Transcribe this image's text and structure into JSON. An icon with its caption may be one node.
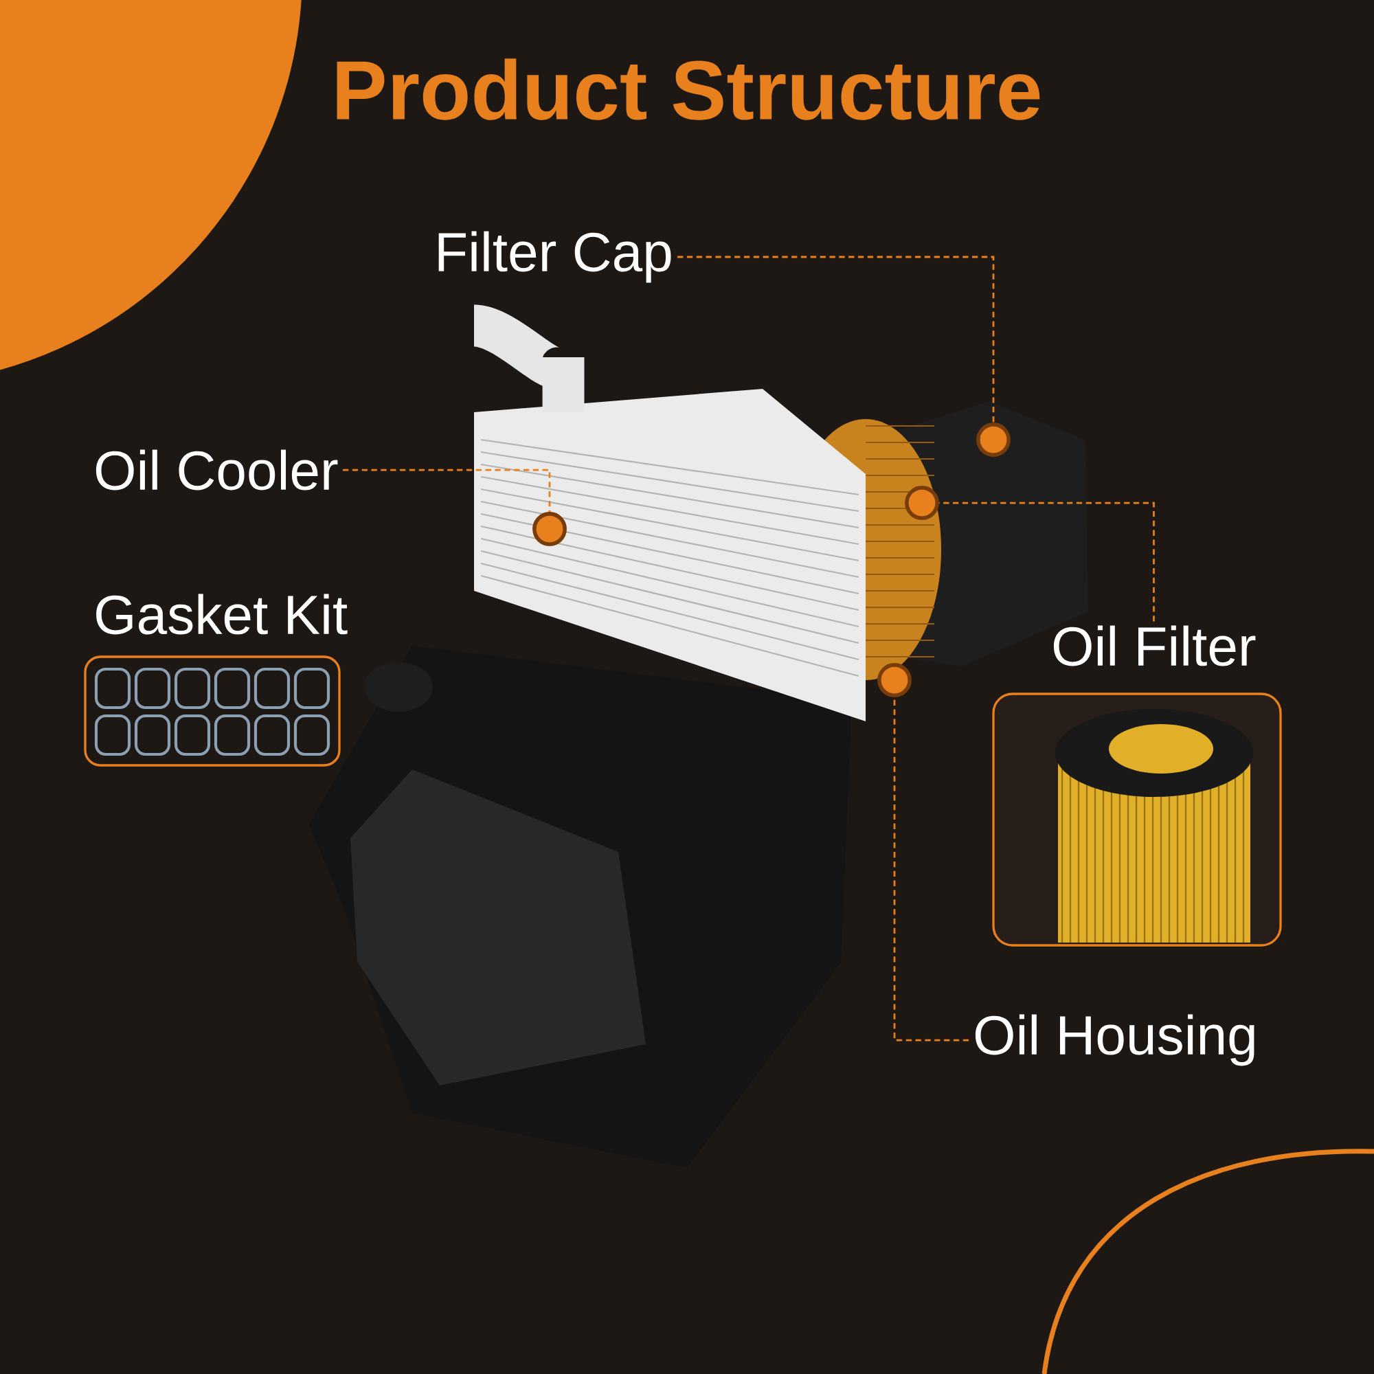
{
  "diagram": {
    "title": "Product Structure",
    "nodes": [
      {
        "text": [
          "Filter Cap"
        ]
      },
      {
        "text": [
          "Oil Cooler"
        ]
      },
      {
        "text": [
          "Gasket Kit"
        ]
      },
      {
        "text": [
          "Oil Filter"
        ]
      },
      {
        "text": [
          "Oil Housing"
        ]
      },
      {
        "text": [],
        "shape": "circle"
      },
      {
        "text": [],
        "shape": "circle"
      },
      {
        "text": [],
        "shape": "circle"
      },
      {
        "text": [],
        "shape": "circle"
      }
    ],
    "edges": [
      {
        "from": 0,
        "to": 5,
        "arrow": "none",
        "style": "dashed"
      },
      {
        "from": 1,
        "to": 6,
        "arrow": "none",
        "style": "dashed"
      },
      {
        "from": 3,
        "to": 7,
        "arrow": "none",
        "style": "dashed"
      },
      {
        "from": 4,
        "to": 8,
        "arrow": "none",
        "style": "dashed"
      }
    ]
  }
}
